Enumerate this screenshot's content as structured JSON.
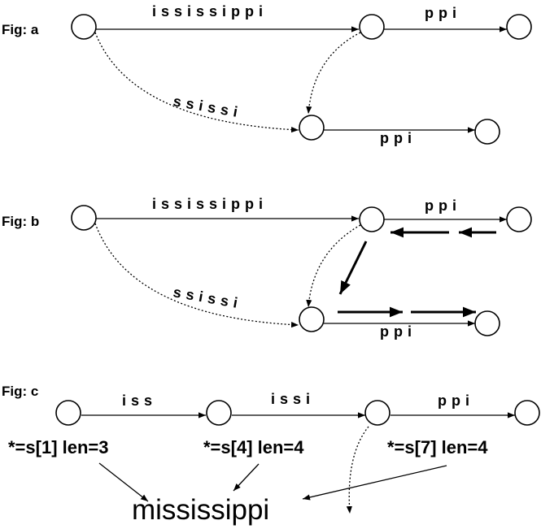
{
  "figures": {
    "a": {
      "label": "Fig: a",
      "edge_top_main": "ississippi",
      "edge_top_right": "ppi",
      "edge_suffix_link": "ssissi",
      "edge_bottom": "ppi"
    },
    "b": {
      "label": "Fig: b",
      "edge_top_main": "ississippi",
      "edge_top_right": "ppi",
      "edge_suffix_link": "ssissi",
      "edge_bottom": "ppi"
    },
    "c": {
      "label": "Fig: c",
      "edge_1": "iss",
      "edge_2": "issi",
      "edge_3": "ppi",
      "pointer_1": "*=s[1] len=3",
      "pointer_2": "*=s[4] len=4",
      "pointer_3": "*=s[7] len=4",
      "string": "mississippi"
    }
  }
}
